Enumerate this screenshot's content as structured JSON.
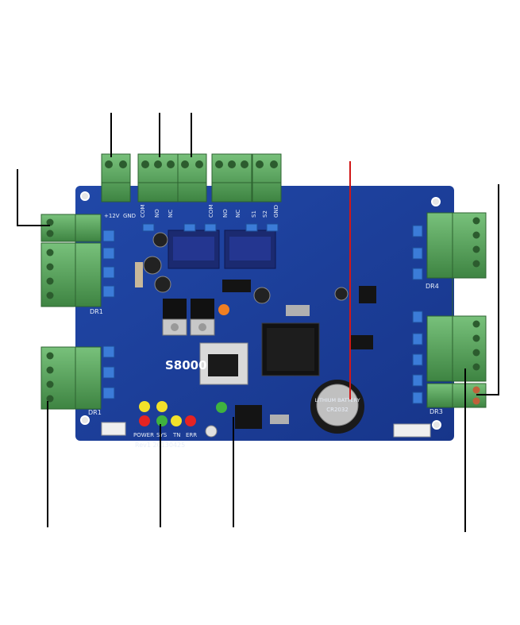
{
  "board": {
    "model": "S8000",
    "revision": "Rev1 20130425",
    "battery_text": "LITHIUM BATTERY",
    "battery_model": "CR2032",
    "top_terminal_labels": [
      "+12V",
      "GND",
      "COM",
      "NO",
      "NC",
      "COM",
      "NO",
      "NC",
      "S1",
      "S2",
      "GND"
    ],
    "reader_labels": [
      "DR1",
      "DR1",
      "DR4",
      "DR3"
    ],
    "led_labels": [
      "POWER",
      "SYS",
      "TN",
      "ERR"
    ],
    "colors": {
      "pcb": "#1c3f9a",
      "terminal": "#4f9a52",
      "line": "#000000",
      "red_line": "#d01818"
    }
  }
}
